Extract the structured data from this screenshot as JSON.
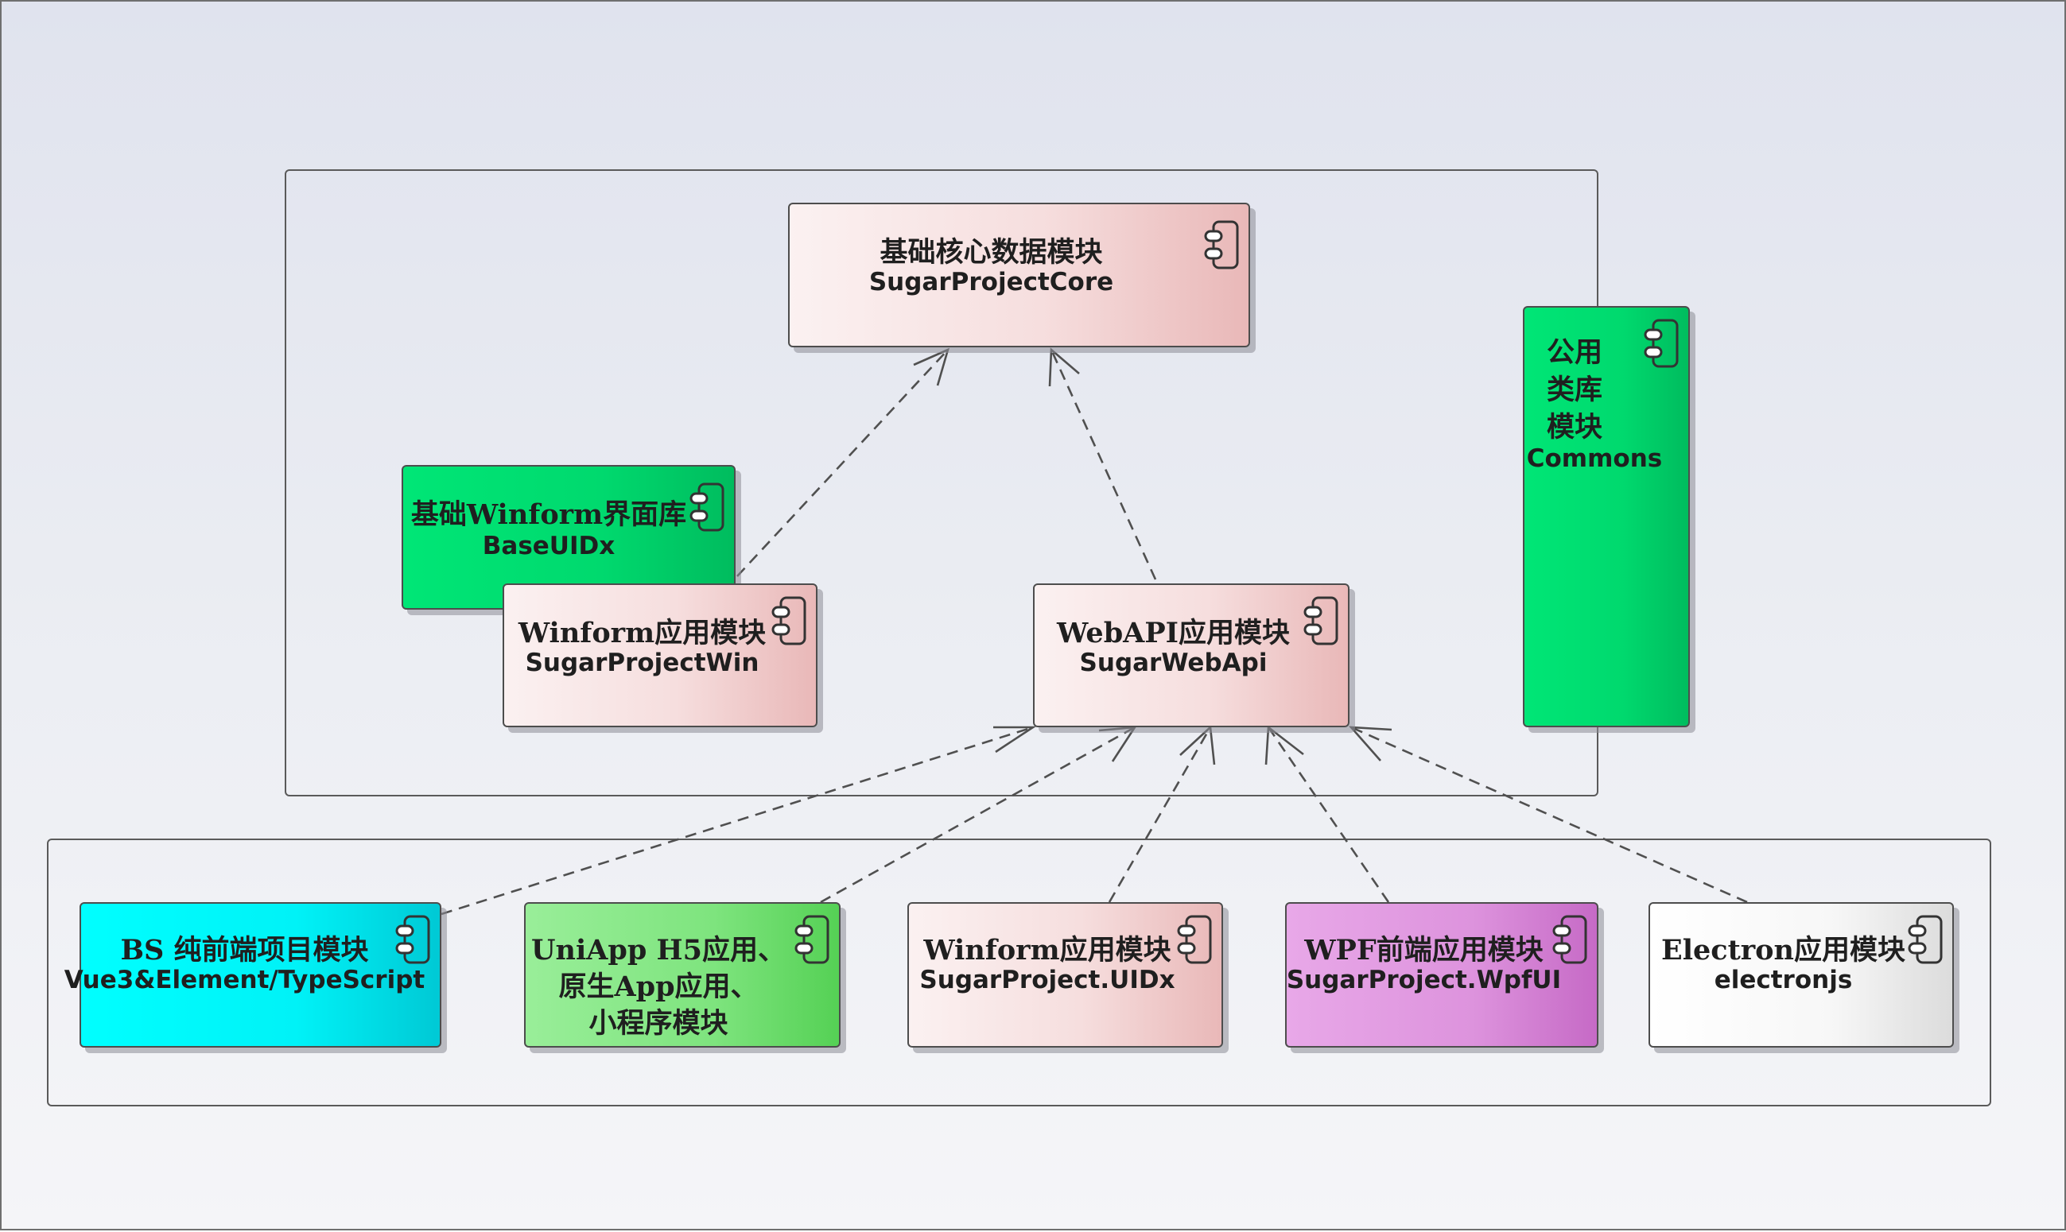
{
  "components": {
    "core": {
      "title": "基础核心数据模块",
      "subtitle": "SugarProjectCore"
    },
    "baseui": {
      "title": "基础Winform界面库",
      "subtitle": "BaseUIDx"
    },
    "win": {
      "title": "Winform应用模块",
      "subtitle": "SugarProjectWin"
    },
    "webapi": {
      "title": "WebAPI应用模块",
      "subtitle": "SugarWebApi"
    },
    "commons": {
      "line1": "公用",
      "line2": "类库",
      "line3": "模块",
      "subtitle": "Commons"
    },
    "bs": {
      "title": "BS 纯前端项目模块",
      "subtitle": "Vue3&Element/TypeScript"
    },
    "uniapp": {
      "line1": "UniApp H5应用、",
      "line2": "原生App应用、",
      "line3": "小程序模块"
    },
    "uidx": {
      "title": "Winform应用模块",
      "subtitle": "SugarProject.UIDx"
    },
    "wpf": {
      "title": "WPF前端应用模块",
      "subtitle": "SugarProject.WpfUI"
    },
    "electron": {
      "title": "Electron应用模块",
      "subtitle": "electronjs"
    }
  },
  "colors": {
    "pink_light": "#fbf1f1",
    "pink_dark": "#e9b8b8",
    "green": "#00e676",
    "cyan": "#00ffff",
    "light_green": "#99ee99",
    "purple": "#dd93dd",
    "white": "#ffffff",
    "border": "#4d4d4d",
    "link": "#505050"
  },
  "icons": {
    "component": "component-icon",
    "dependency": "dashed-dependency-arrow"
  }
}
